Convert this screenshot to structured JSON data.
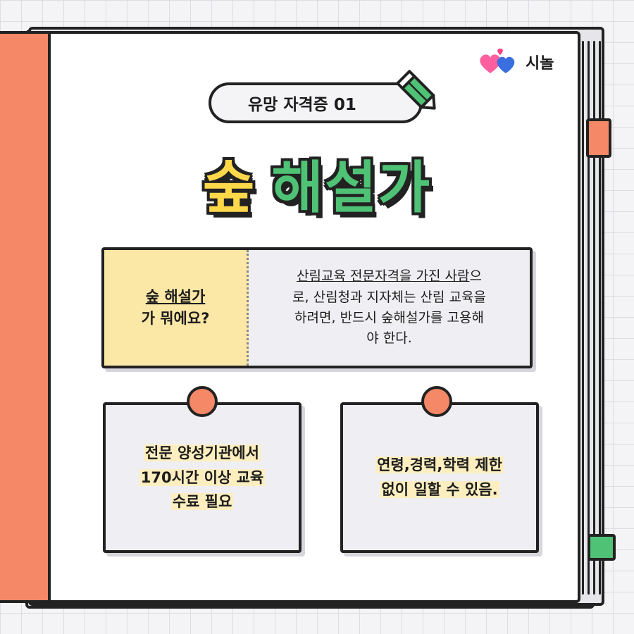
{
  "brand": {
    "name": "시놀"
  },
  "badge": {
    "label": "유망 자격증 01"
  },
  "headline": {
    "word1": "숲",
    "word2": "해설가"
  },
  "qa": {
    "question_line1": "숲 해설가",
    "question_line2": "가 뭐에요?",
    "answer_underlined1": "산림교육 전문자격을 가진 사람",
    "answer_line1_rest": "으",
    "answer_line2": "로, 산림청과 지자체는 산림 교육을",
    "answer_line3": "하려면, 반드시 숲해설가를 고용해",
    "answer_line4": "야 한다."
  },
  "cards": [
    {
      "lines": [
        "전문 양성기관에서",
        "170시간 이상 교육",
        "수료 필요"
      ]
    },
    {
      "lines": [
        "연령,경력,학력 제한",
        "없이 일할 수 있음."
      ]
    }
  ],
  "colors": {
    "accent_orange": "#f58867",
    "accent_green": "#4fc275",
    "accent_yellow": "#ffd84a",
    "highlight": "#fbe7a6"
  }
}
